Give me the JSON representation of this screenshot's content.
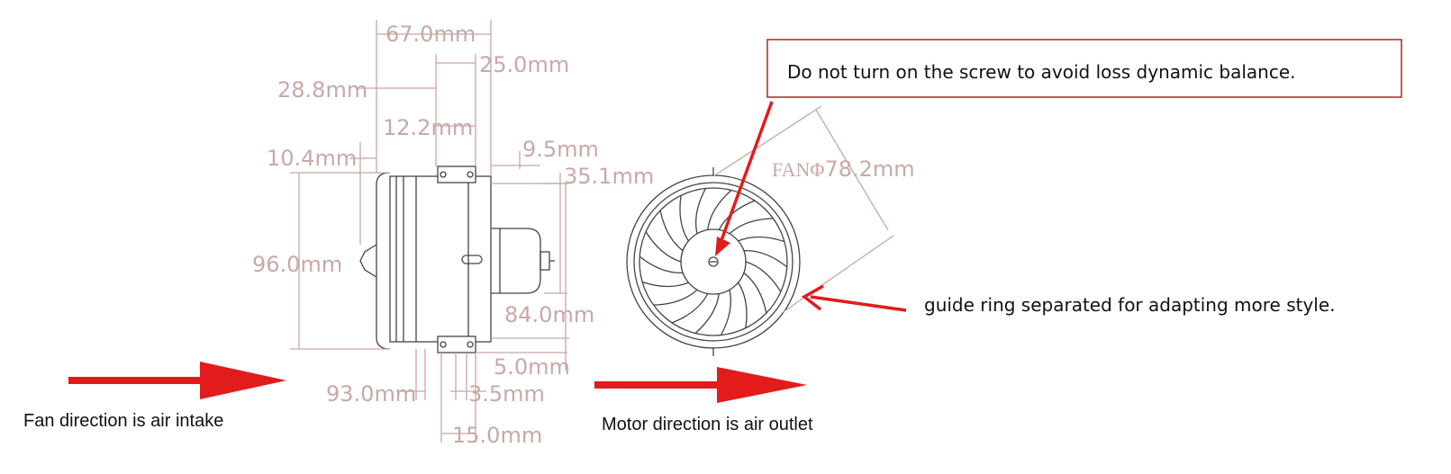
{
  "dimensions": {
    "d_67": "67.0mm",
    "d_25": "25.0mm",
    "d_28_8": "28.8mm",
    "d_12_2": "12.2mm",
    "d_10_4": "10.4mm",
    "d_9_5": "9.5mm",
    "d_35_1": "35.1mm",
    "d_96": "96.0mm",
    "d_84": "84.0mm",
    "d_5": "5.0mm",
    "d_93": "93.0mm",
    "d_3_5": "3.5mm",
    "d_15": "15.0mm",
    "fan_prefix": "FAN",
    "fan_phi": "Φ",
    "fan_value": "78.2mm"
  },
  "notes": {
    "screw_warning": "Do not turn on the screw to avoid loss dynamic balance.",
    "guide_ring": "guide ring separated for adapting more style."
  },
  "captions": {
    "fan_direction": "Fan direction is air intake",
    "motor_direction": "Motor direction is air outlet"
  },
  "colors": {
    "arrow": "#e21b1b",
    "callout_border": "#b02323",
    "dimension": "#c9a8a8",
    "drawing": "#444444"
  }
}
